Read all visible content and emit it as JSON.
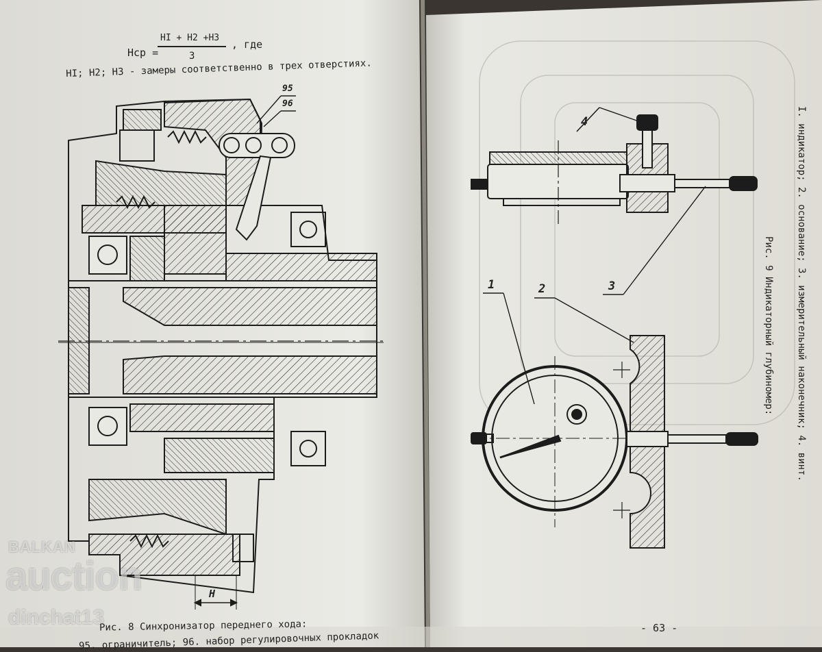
{
  "left_page": {
    "formula": {
      "lhs": "Hср =",
      "numerator": "HI + H2 +H3",
      "denominator": "3",
      "suffix": ", где"
    },
    "definition": "HI; H2; H3 - замеры соответственно в трех отверстиях.",
    "callouts": [
      "95",
      "96"
    ],
    "dimension": "H",
    "caption_line1": "Рис. 8 Синхронизатор переднего хода:",
    "caption_line2": "95. ограничитель; 96. набор регулировочных прокладок"
  },
  "right_page": {
    "callouts": [
      "1",
      "2",
      "3",
      "4"
    ],
    "caption_title": "Рис. 9 Индикаторный глубиномер:",
    "caption_legend": "I. индикатор; 2. основание; 3. измерительный наконечник; 4. винт.",
    "page_number": "- 63 -"
  },
  "watermark": {
    "line1": "BALKAN",
    "line2": "auction",
    "line3": "dinchat13"
  },
  "colors": {
    "paper": "#e9e9e4",
    "paper_shadow": "#d5d4cd",
    "ink": "#1c1c1c",
    "background": "#3a3530"
  }
}
